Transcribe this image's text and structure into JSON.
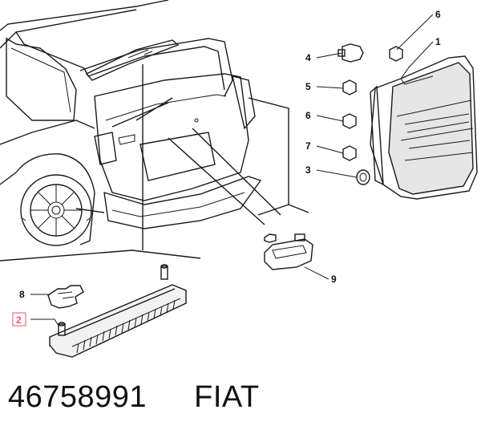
{
  "callouts": {
    "c1": "1",
    "c2": "2",
    "c3": "3",
    "c4": "4",
    "c5": "5",
    "c6a": "6",
    "c6b": "6",
    "c7": "7",
    "c8": "8",
    "c9": "9"
  },
  "caption": {
    "part_number": "46758991",
    "brand": "FIAT"
  },
  "colors": {
    "highlight_callout": "#e05a6a",
    "line": "#1a1a1a",
    "lens_fill": "#d9d9d9"
  }
}
